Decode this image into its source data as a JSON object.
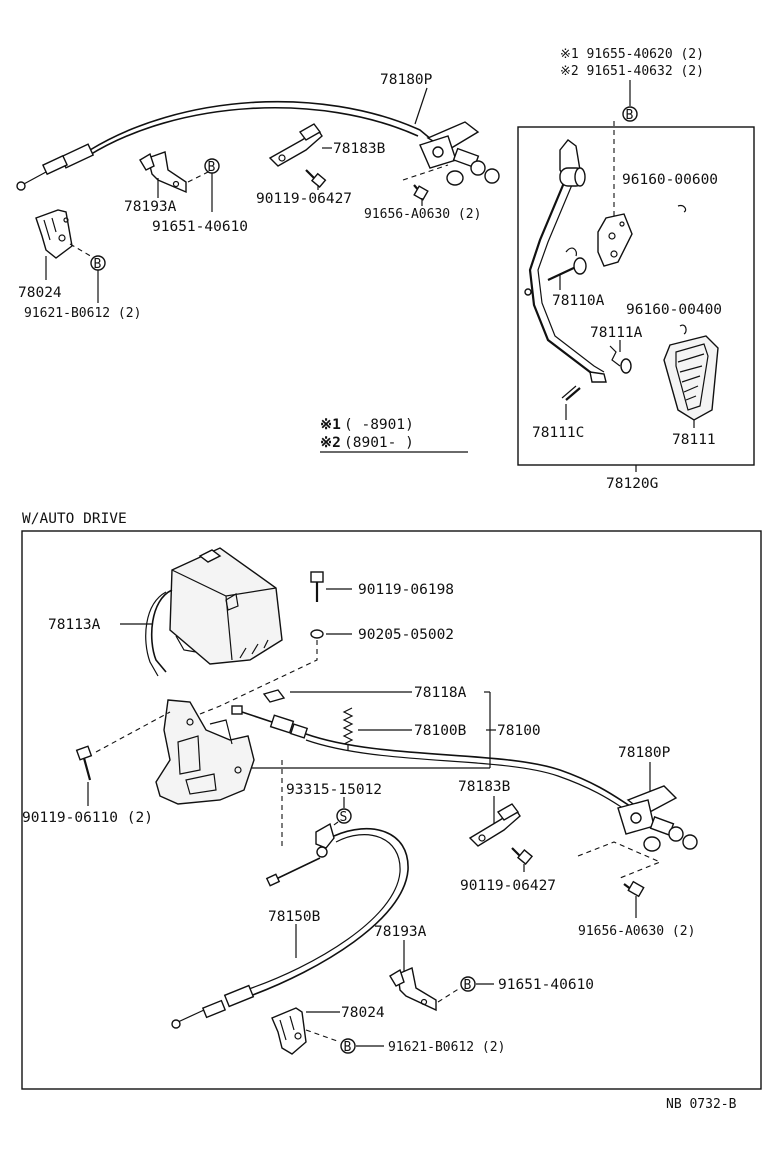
{
  "top": {
    "labels": {
      "p78180P": "78180P",
      "p78183B": "78183B",
      "p78193A": "78193A",
      "p90119_06427": "90119-06427",
      "p91651_40610": "91651-40610",
      "p91656_A0630": "91656-A0630 (2)",
      "p78024": "78024",
      "p91621_B0612": "91621-B0612 (2)",
      "ref1_part": "※1 91655-40620 (2)",
      "ref2_part": "※2 91651-40632 (2)",
      "p96160_00600": "96160-00600",
      "p78110A": "78110A",
      "p96160_00400": "96160-00400",
      "p78111A": "78111A",
      "p78111C": "78111C",
      "p78111": "78111",
      "p78120G": "78120G"
    },
    "bolt_marker": "B",
    "legend": {
      "row1_mark": "※1",
      "row1_range": "(      -8901)",
      "row2_mark": "※2",
      "row2_range": "(8901-       )"
    }
  },
  "bottom": {
    "section_title": "W/AUTO DRIVE",
    "labels": {
      "p90119_06198": "90119-06198",
      "p78113A": "78113A",
      "p90205_05002": "90205-05002",
      "p78118A": "78118A",
      "p78100B": "78100B",
      "p78100": "78100",
      "p78180P": "78180P",
      "p93315_15012": "93315-15012",
      "p78183B": "78183B",
      "p90119_06110": "90119-06110 (2)",
      "p90119_06427": "90119-06427",
      "p91656_A0630": "91656-A0630 (2)",
      "p78150B": "78150B",
      "p78193A": "78193A",
      "p91651_40610": "91651-40610",
      "p78024": "78024",
      "p91621_B0612": "91621-B0612 (2)"
    },
    "bolt_marker": "B",
    "clip_marker": "S"
  },
  "footer": {
    "drawing_code": "NB 0732-B"
  }
}
